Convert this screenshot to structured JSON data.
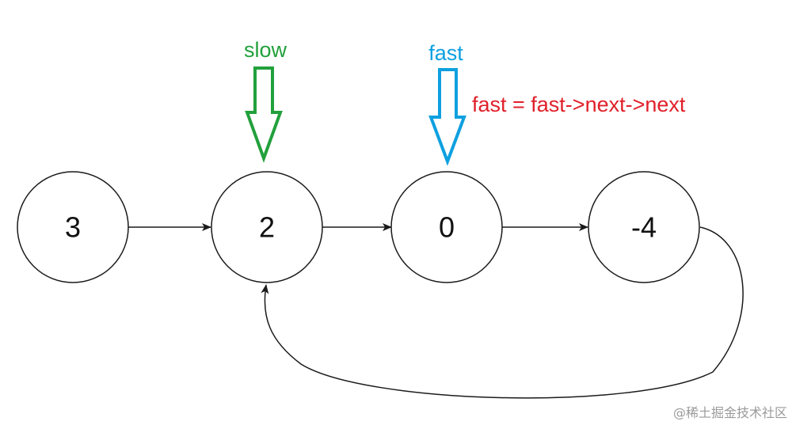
{
  "nodes": [
    {
      "label": "3"
    },
    {
      "label": "2"
    },
    {
      "label": "0"
    },
    {
      "label": "-4"
    }
  ],
  "pointers": {
    "slow": {
      "label": "slow",
      "color": "#22a03c"
    },
    "fast": {
      "label": "fast",
      "color": "#0ea0e0"
    }
  },
  "annotation": {
    "text": "fast = fast->next->next",
    "color": "#e0202a"
  },
  "watermark": {
    "text": "@稀土掘金技术社区"
  }
}
